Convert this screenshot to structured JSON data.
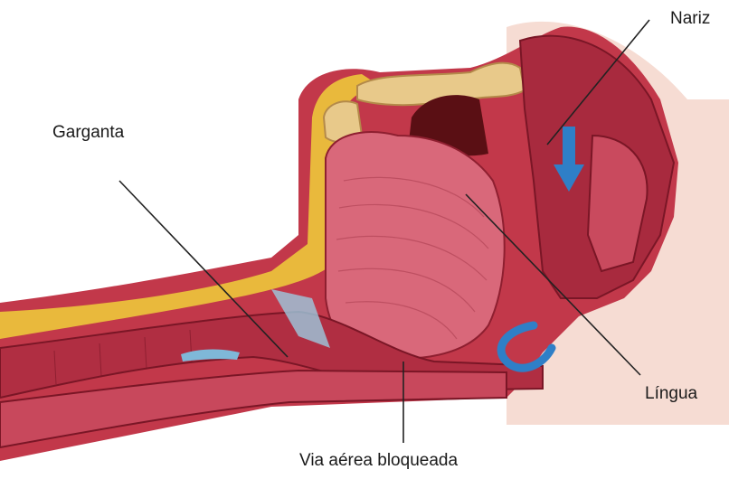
{
  "labels": {
    "nose": "Nariz",
    "throat": "Garganta",
    "tongue": "Língua",
    "blocked_airway": "Via aérea bloqueada"
  },
  "colors": {
    "tissue": "#c2384a",
    "tissue_dark": "#8e1f30",
    "tongue": "#d9687a",
    "skin": "#f6dcd3",
    "bone": "#e8c98a",
    "fat": "#e9b93c",
    "airway_cavity": "#5a0f14",
    "airflow_arrow": "#2f7fc7",
    "leader_line": "#222222"
  },
  "icons": {
    "airflow": "down-arrow-icon",
    "airflow_blocked": "curved-arrow-icon"
  }
}
